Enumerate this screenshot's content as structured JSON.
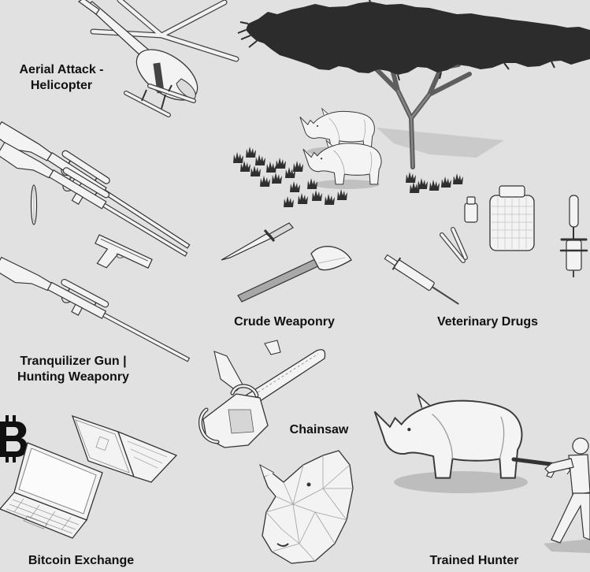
{
  "colors": {
    "background": "#e1e1e1",
    "label_text": "#111111",
    "outline": "#3a3a3a",
    "object_fill": "#f3f3f3",
    "canopy": "#2c2c2c",
    "shadow": "#bdbdbd"
  },
  "sections": {
    "helicopter": {
      "label_lines": [
        "Aerial Attack -",
        "Helicopter"
      ],
      "icons": [
        "helicopter-icon"
      ]
    },
    "tranquilizer": {
      "label_lines": [
        "Tranquilizer Gun |",
        "Hunting Weaponry"
      ],
      "icons": [
        "rifle-icon",
        "pistol-icon",
        "dart-icon"
      ]
    },
    "crude_weaponry": {
      "label": "Crude Weaponry",
      "icons": [
        "knife-icon",
        "axe-icon"
      ]
    },
    "veterinary_drugs": {
      "label": "Veterinary Drugs",
      "icons": [
        "bottle-icon",
        "jar-icon",
        "forceps-icon",
        "syringe-icon"
      ]
    },
    "chainsaw": {
      "label": "Chainsaw",
      "icons": [
        "chainsaw-icon",
        "wood-chip-icon"
      ]
    },
    "bitcoin_exchange": {
      "label": "Bitcoin Exchange",
      "icons": [
        "bitcoin-icon",
        "laptop-icon"
      ]
    },
    "trained_hunter": {
      "label": "Trained Hunter",
      "icons": [
        "rhino-icon",
        "hunter-icon"
      ]
    },
    "scene": {
      "icons": [
        "acacia-tree-icon",
        "rhino-icon",
        "grass-icon",
        "rhino-head-icon"
      ]
    }
  }
}
